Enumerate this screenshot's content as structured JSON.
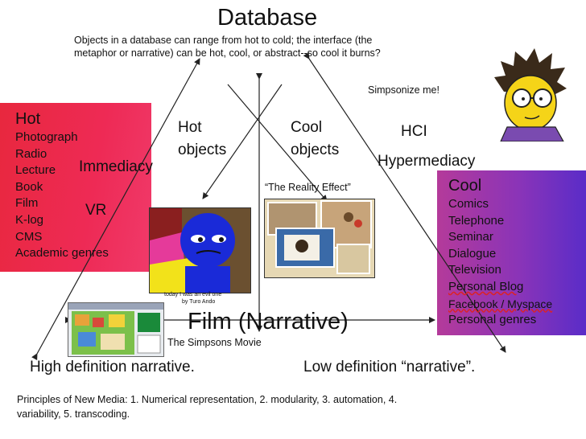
{
  "title": "Database",
  "intro": {
    "line1": "Objects in a database can range from hot to cold; the interface (the",
    "line2": "metaphor or narrative) can be hot, cool, or abstract--so cool it burns?"
  },
  "simpsonize": "Simpsonize me!",
  "hot_objects": {
    "line1": "Hot",
    "line2": "objects"
  },
  "cool_objects": {
    "line1": "Cool",
    "line2": "objects"
  },
  "hci": "HCI",
  "hypermediacy": "Hypermediacy",
  "immediacy": "Immediacy",
  "vr": "VR",
  "reality_effect": "“The Reality Effect”",
  "hot_box": {
    "heading": "Hot",
    "items": [
      "Photograph",
      "Radio",
      "Lecture",
      "Book",
      "Film",
      "K-log",
      "CMS",
      "Academic genres"
    ]
  },
  "cool_box": {
    "heading": "Cool",
    "items": [
      "Comics",
      "Telephone",
      "Seminar",
      "Dialogue",
      "Television",
      "Personal Blog",
      "Facebook / Myspace",
      "Personal genres"
    ]
  },
  "pic_caption": {
    "line1": "today I was an evil one",
    "line2": "by Turo Ando"
  },
  "film_narrative": "Film (Narrative)",
  "simpsons_movie": "The Simpsons Movie",
  "high_def": "High definition narrative.",
  "low_def": "Low definition “narrative”.",
  "principles": {
    "line1": "Principles of New Media: 1. Numerical representation, 2. modularity, 3. automation, 4.",
    "line2": "variability, 5. transcoding."
  },
  "colors": {
    "hot": "#ee2a55",
    "cool": "#8a34b8"
  }
}
